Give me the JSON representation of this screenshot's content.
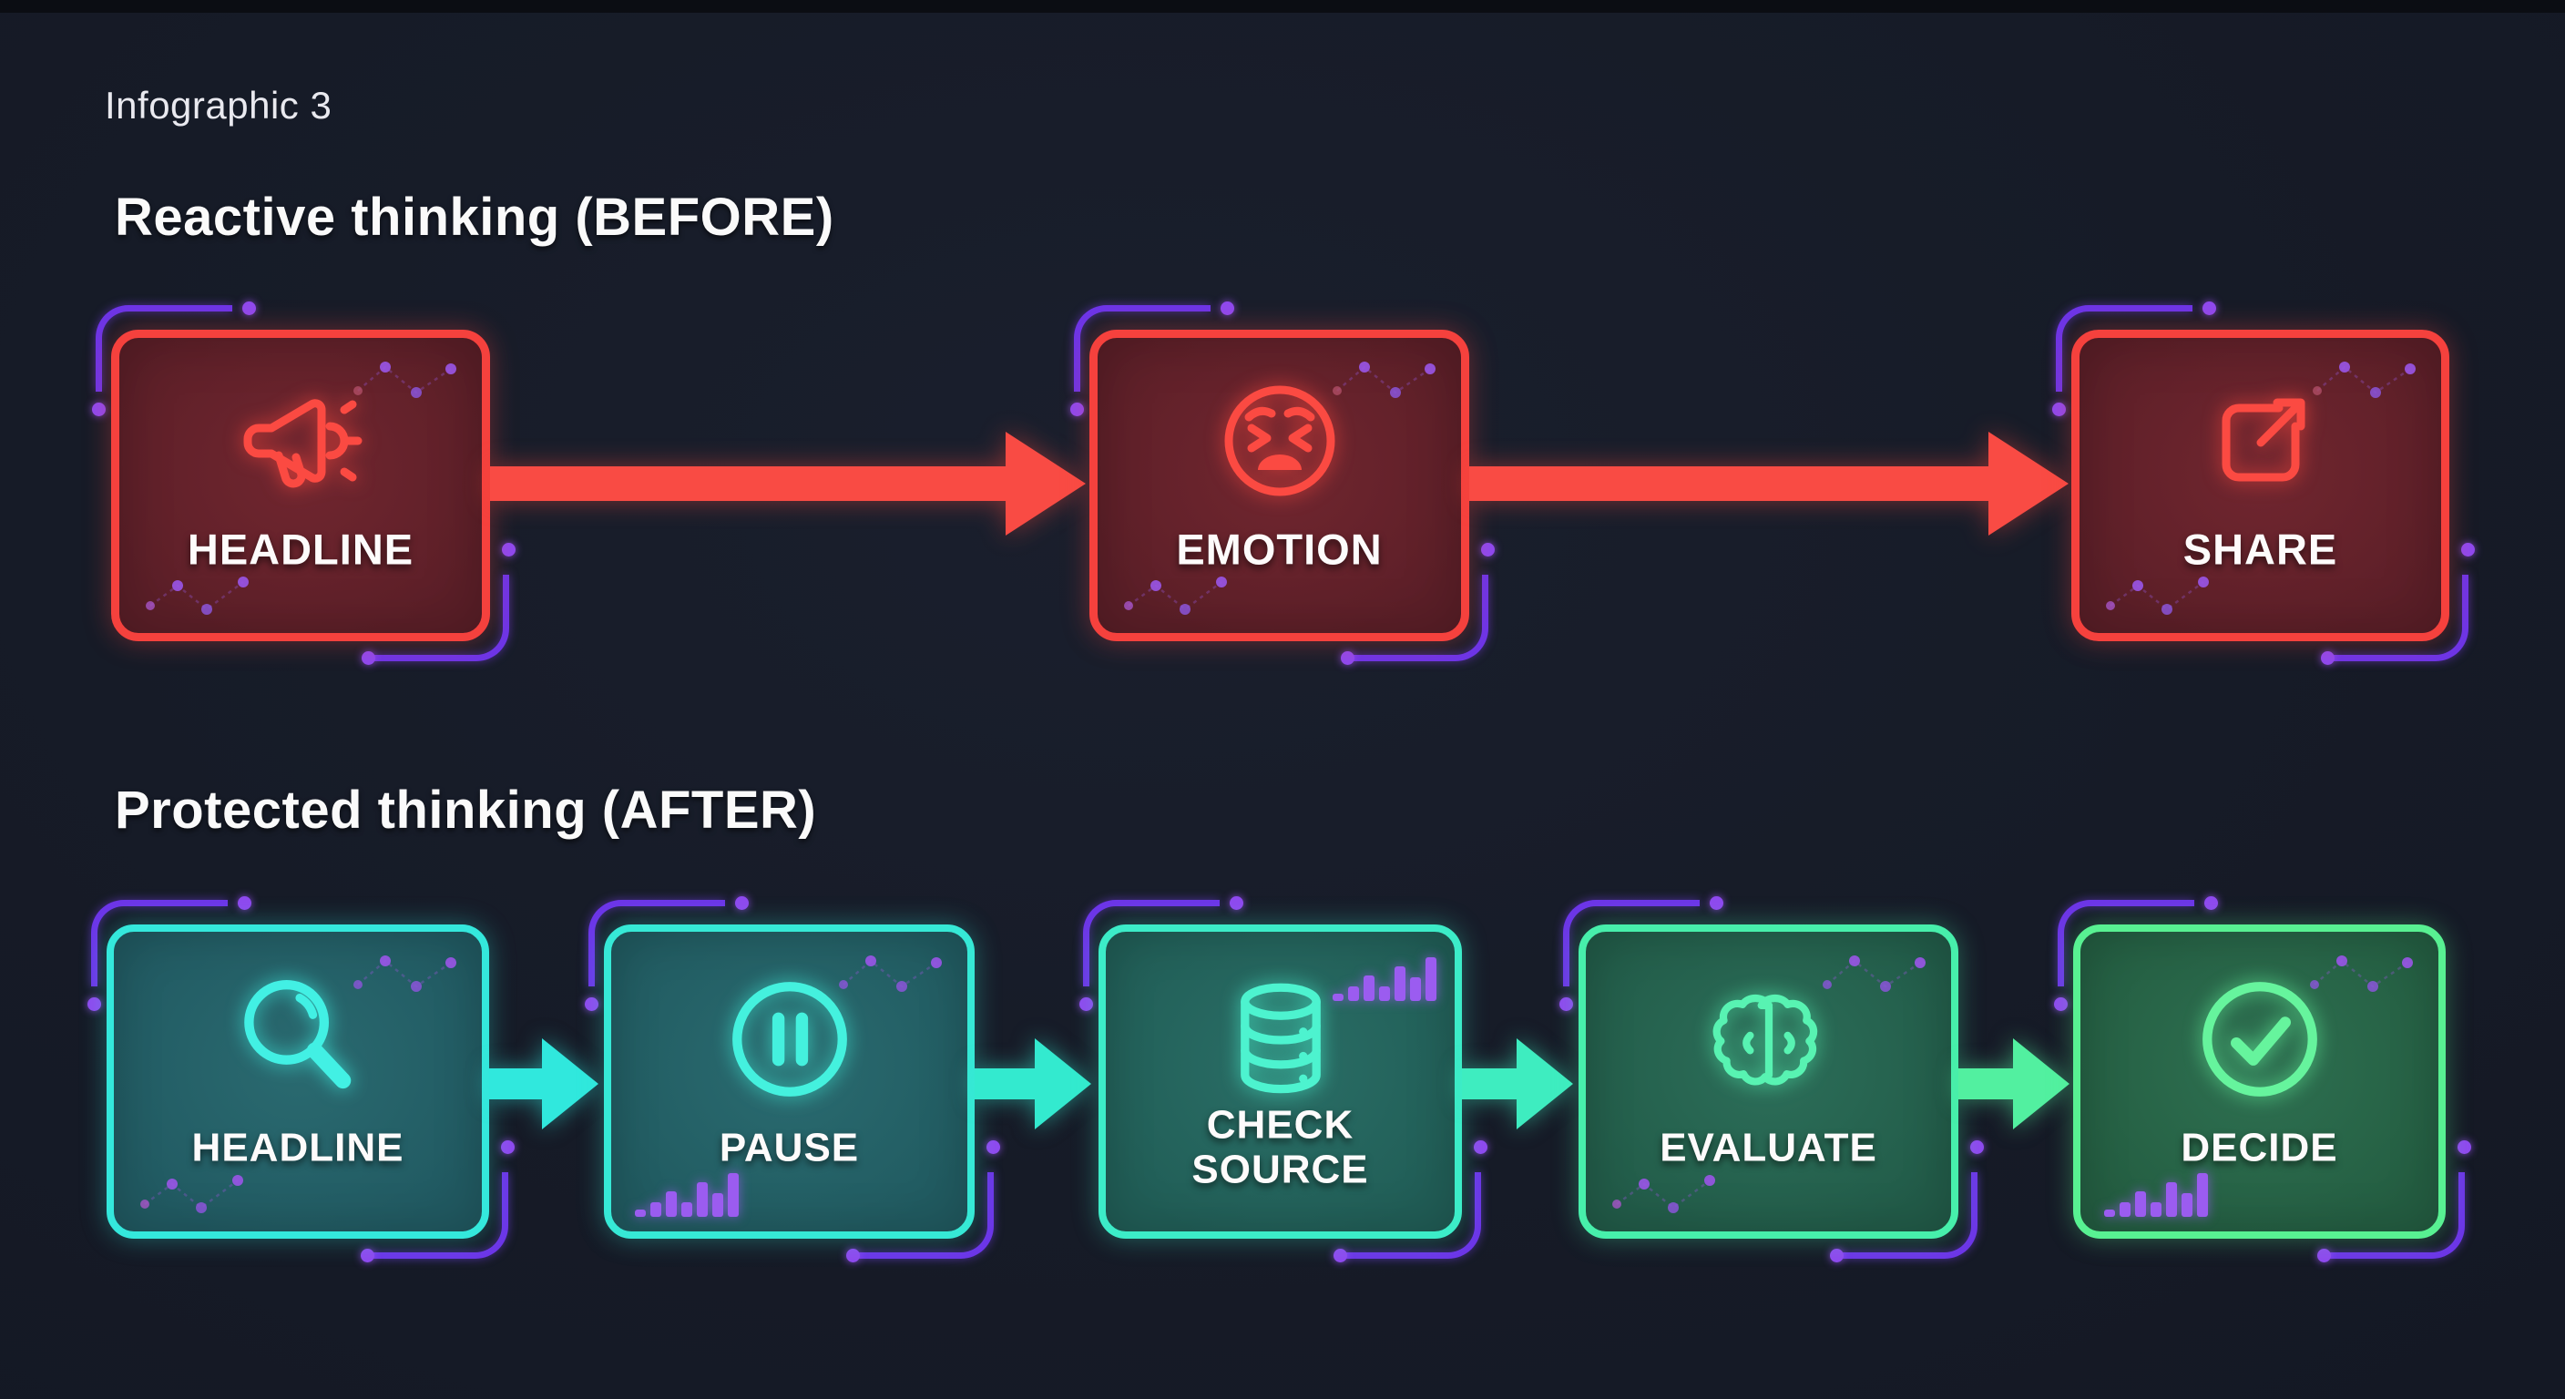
{
  "title": "Infographic 3",
  "sections": [
    {
      "heading": "Reactive thinking (BEFORE)",
      "theme_color": "#f5413d",
      "steps": [
        {
          "label": "HEADLINE",
          "icon": "megaphone-icon"
        },
        {
          "label": "EMOTION",
          "icon": "distressed-face-icon"
        },
        {
          "label": "SHARE",
          "icon": "external-link-icon"
        }
      ]
    },
    {
      "heading": "Protected thinking (AFTER)",
      "theme_color": "#35e9da",
      "steps": [
        {
          "label": "HEADLINE",
          "icon": "magnifier-icon"
        },
        {
          "label": "PAUSE",
          "icon": "pause-circle-icon"
        },
        {
          "label": "CHECK SOURCE",
          "icon": "database-icon"
        },
        {
          "label": "EVALUATE",
          "icon": "brain-icon"
        },
        {
          "label": "DECIDE",
          "icon": "check-circle-icon"
        }
      ]
    }
  ],
  "colors": {
    "background": "#161b27",
    "reactive_red": "#f5413d",
    "reactive_fill": "#682330",
    "protected_cyan": "#35e9da",
    "protected_green": "#58f192",
    "protected_fill_teal": "#255f66",
    "protected_fill_green": "#2d6d50",
    "bracket_purple": "#6d35e8",
    "dot_purple": "#8f49ef",
    "bar_chart_purple": "#9b5cf0",
    "label_white": "#fdfbfb"
  }
}
